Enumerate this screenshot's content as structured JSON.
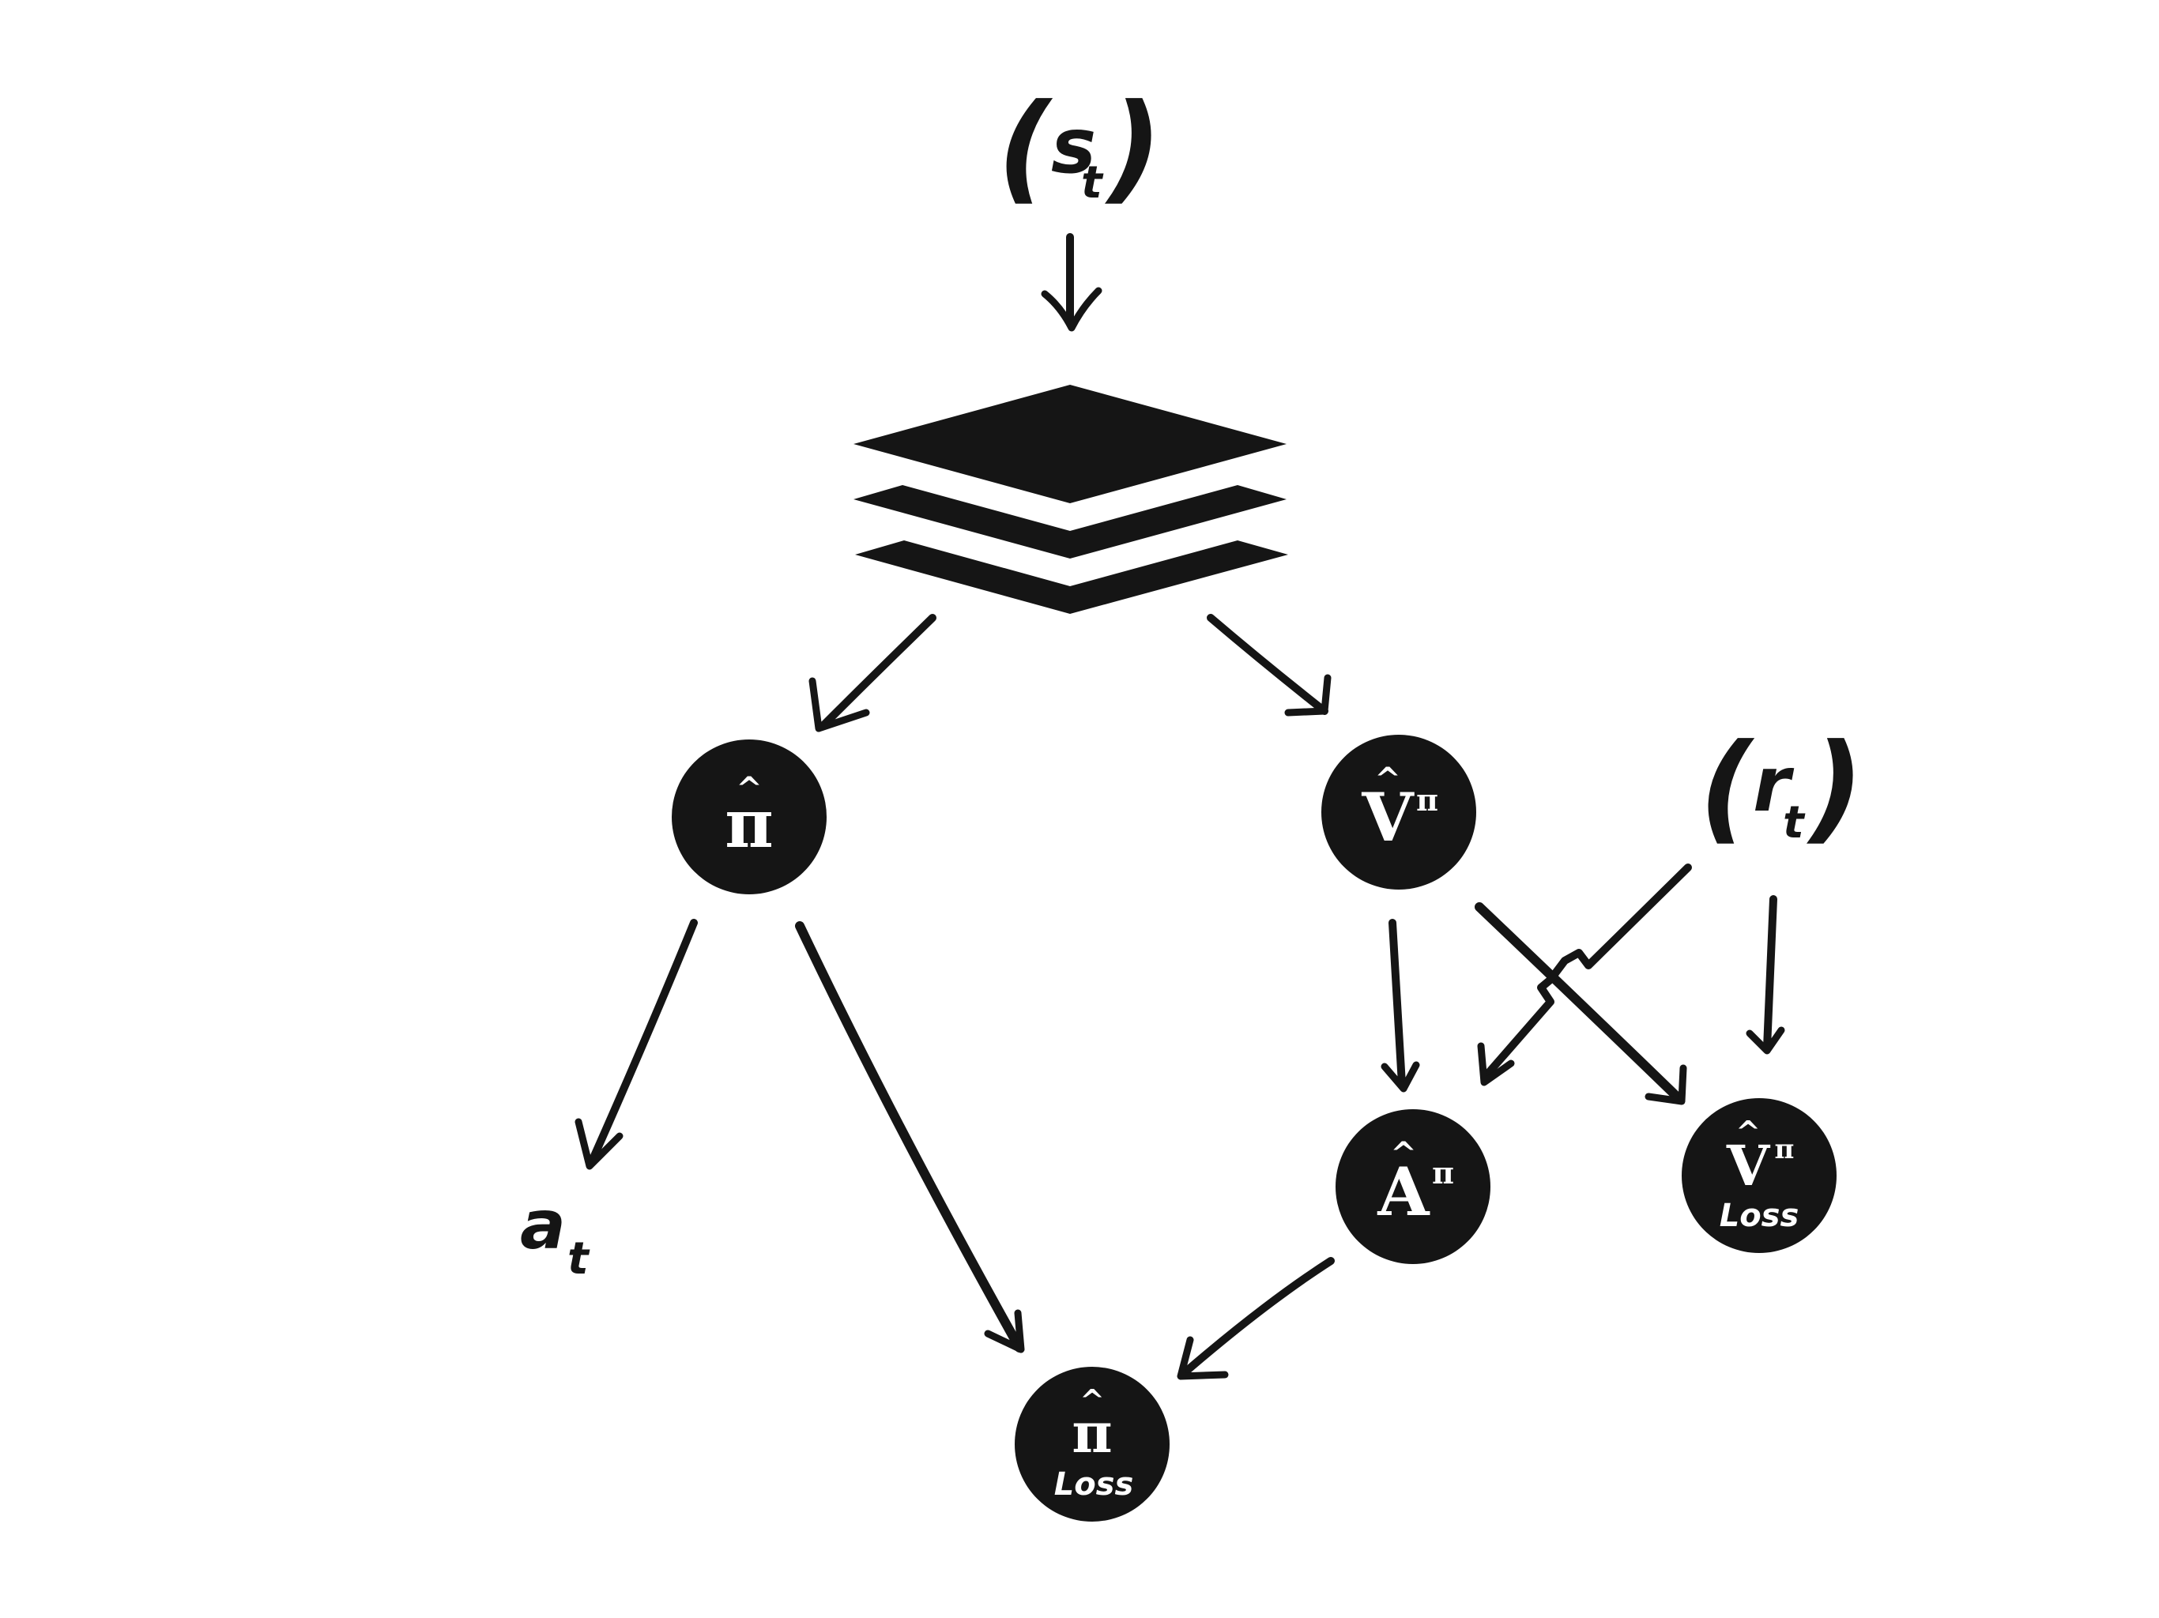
{
  "inputs": {
    "state": {
      "paren_open": "(",
      "symbol": "s",
      "subscript": "t",
      "paren_close": ")"
    },
    "reward": {
      "paren_open": "(",
      "symbol": "r",
      "subscript": "t",
      "paren_close": ")"
    }
  },
  "nodes": {
    "policy": {
      "symbol": "π",
      "hat": "^"
    },
    "value": {
      "symbol": "V",
      "hat": "^",
      "superscript": "π"
    },
    "advantage": {
      "symbol": "A",
      "hat": "^",
      "superscript": "π"
    },
    "policy_loss": {
      "symbol": "π",
      "hat": "^",
      "label": "Loss"
    },
    "value_loss": {
      "symbol": "V",
      "hat": "^",
      "superscript": "π",
      "label": "Loss"
    }
  },
  "outputs": {
    "action": {
      "symbol": "a",
      "subscript": "t"
    }
  },
  "colors": {
    "ink": "#151515",
    "background": "#ffffff",
    "node_text": "#ffffff"
  },
  "icons": {
    "network": "layers-icon"
  }
}
